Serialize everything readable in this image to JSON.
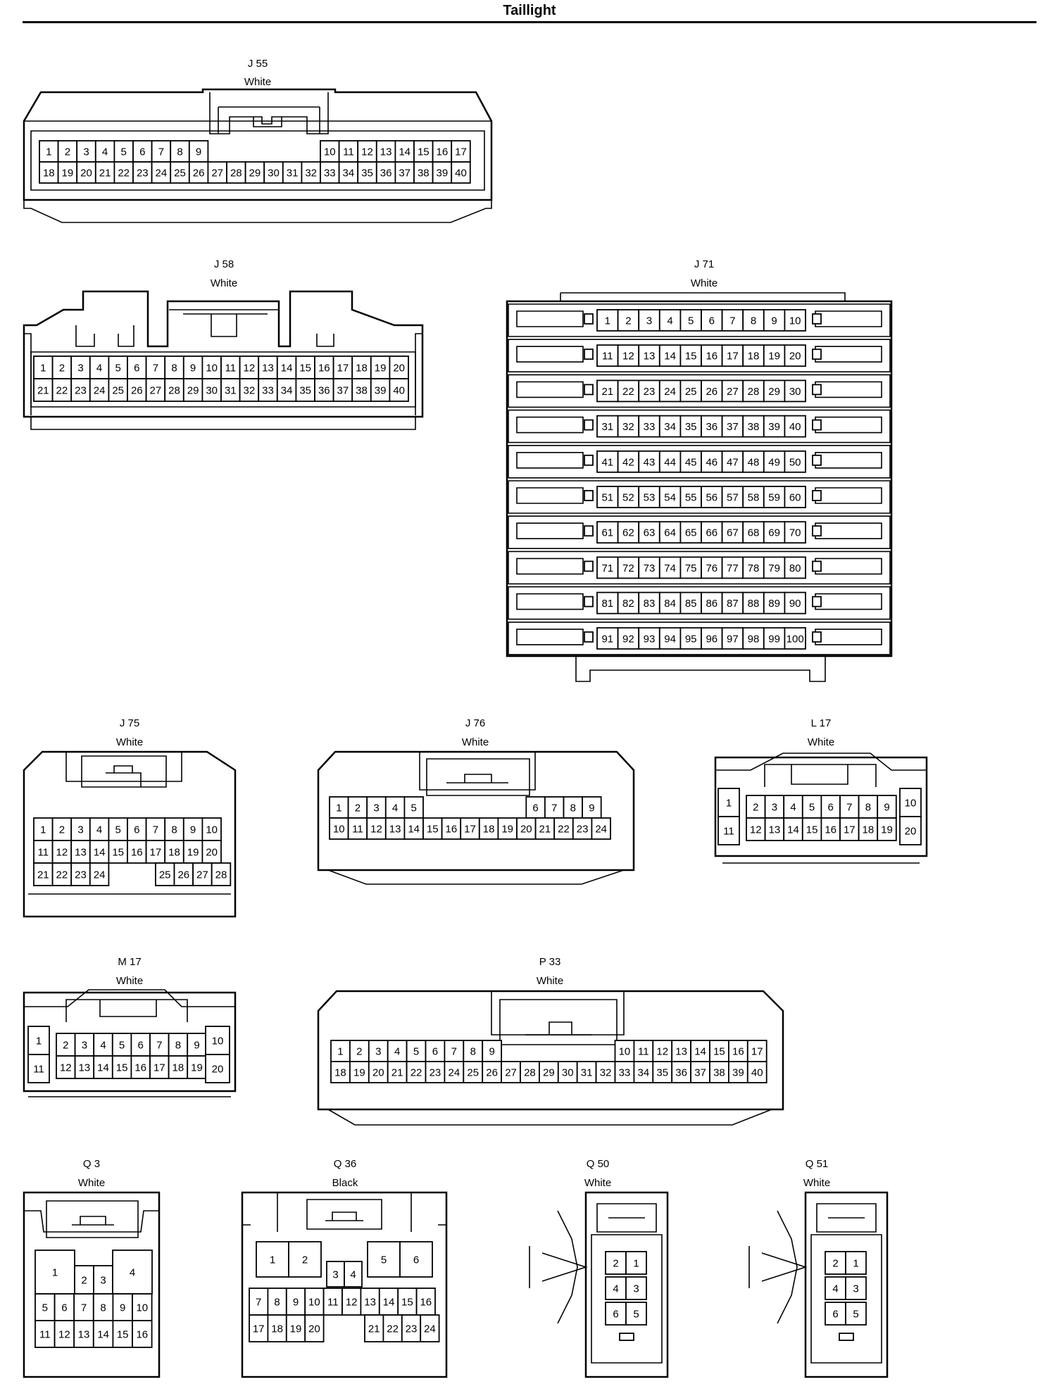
{
  "page": {
    "title": "Taillight"
  },
  "connectors": [
    {
      "id": "J55",
      "name": "J 55",
      "color": "White"
    },
    {
      "id": "J58",
      "name": "J 58",
      "color": "White"
    },
    {
      "id": "J71",
      "name": "J 71",
      "color": "White"
    },
    {
      "id": "J75",
      "name": "J 75",
      "color": "White"
    },
    {
      "id": "J76",
      "name": "J 76",
      "color": "White"
    },
    {
      "id": "L17",
      "name": "L 17",
      "color": "White"
    },
    {
      "id": "M17",
      "name": "M 17",
      "color": "White"
    },
    {
      "id": "P33",
      "name": "P 33",
      "color": "White"
    },
    {
      "id": "Q3",
      "name": "Q 3",
      "color": "White"
    },
    {
      "id": "Q36",
      "name": "Q 36",
      "color": "Black"
    },
    {
      "id": "Q50",
      "name": "Q 50",
      "color": "White"
    },
    {
      "id": "Q51",
      "name": "Q 51",
      "color": "White"
    }
  ]
}
